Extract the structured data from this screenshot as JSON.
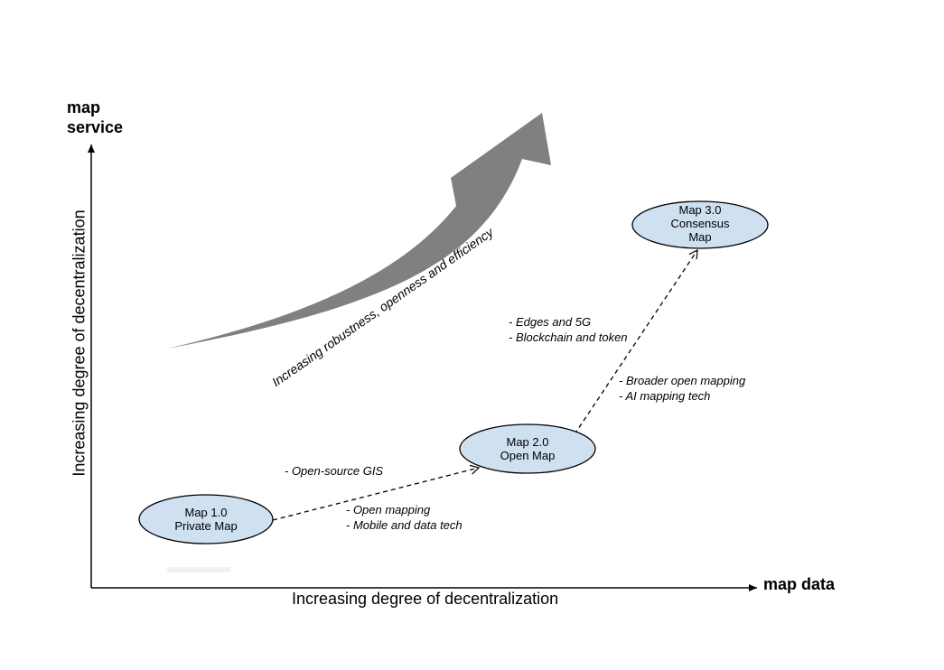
{
  "axes": {
    "y_title_line1": "map",
    "y_title_line2": "service",
    "y_caption": "Increasing degree of decentralization",
    "x_title": "map data",
    "x_caption": "Increasing degree of decentralization"
  },
  "trend": {
    "label": "Increasing robustness, openness and efficiency",
    "color": "#808080"
  },
  "nodes": [
    {
      "line1": "Map 1.0",
      "line2": "Private Map",
      "line3": ""
    },
    {
      "line1": "Map 2.0",
      "line2": "Open Map",
      "line3": ""
    },
    {
      "line1": "Map 3.0",
      "line2": "Consensus",
      "line3": "Map"
    }
  ],
  "notes": {
    "n1": "- Open-source GIS",
    "n2a": "- Open mapping",
    "n2b": "- Mobile and data tech",
    "n3a": "- Broader open mapping",
    "n3b": "- AI mapping tech",
    "n4a": "- Edges and 5G",
    "n4b": "- Blockchain and token"
  },
  "colors": {
    "node_fill": "#cfe0f1",
    "node_stroke": "#000000"
  }
}
